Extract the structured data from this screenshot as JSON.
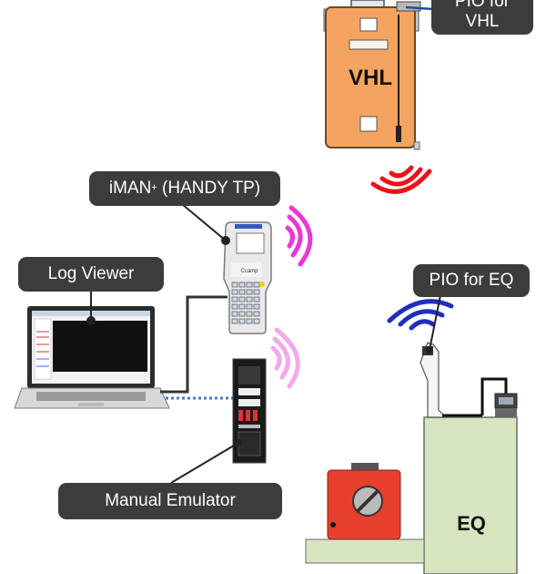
{
  "colors": {
    "vhl_orange": "#f4a460",
    "eq_green": "#d6e4c0",
    "callout_bg": "#3c3c3c",
    "signal_red": "#e8141a",
    "signal_magenta": "#e838d8",
    "signal_pink": "#f2a8ea",
    "signal_blue": "#1e2fbf",
    "stage_red": "#e8402c"
  },
  "labels": {
    "pio_vhl_line1": "PIO for",
    "pio_vhl_line2": "VHL",
    "vhl": "VHL",
    "iman_prefix": "iMAN",
    "iman_sup": "+",
    "iman_suffix": " (HANDY TP)",
    "log_viewer": "Log Viewer",
    "pio_eq": "PIO for EQ",
    "manual_emulator": "Manual Emulator",
    "eq": "EQ"
  },
  "icons": {
    "vhl": "vehicle-icon",
    "handy_tp": "handheld-terminal-icon",
    "laptop": "laptop-icon",
    "emulator": "emulator-board-icon",
    "pio_eq_sensor": "pio-sensor-icon",
    "eq": "equipment-icon",
    "stage": "rotary-stage-icon",
    "wireless": "wireless-signal-icon"
  }
}
